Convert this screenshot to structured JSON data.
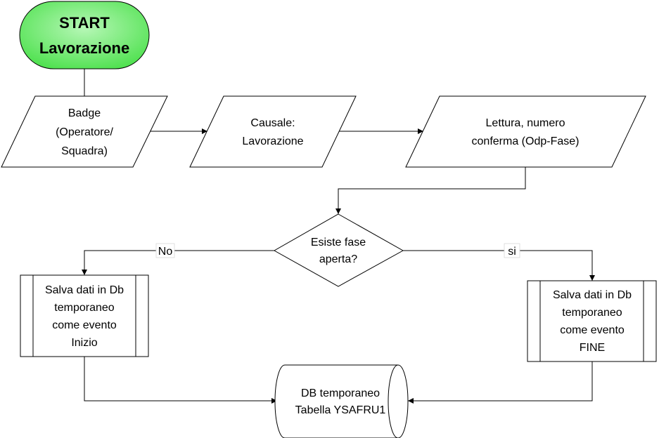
{
  "colors": {
    "start_fill": "#4fe14f",
    "start_fill_light": "#b6f7b6",
    "shape_fill": "#ffffff",
    "stroke": "#000000"
  },
  "nodes": {
    "start": {
      "line1": "START",
      "line2": "Lavorazione"
    },
    "badge": {
      "line1": "Badge",
      "line2": "(Operatore/",
      "line3": "Squadra)"
    },
    "causale": {
      "line1": "Causale:",
      "line2": "Lavorazione"
    },
    "lettura": {
      "line1": "Lettura, numero",
      "line2": "conferma (Odp-Fase)"
    },
    "decision": {
      "line1": "Esiste fase",
      "line2": "aperta?"
    },
    "salva_inizio": {
      "line1": "Salva dati in Db",
      "line2": "temporaneo",
      "line3": "come evento",
      "line4": "Inizio"
    },
    "salva_fine": {
      "line1": "Salva dati in Db",
      "line2": "temporaneo",
      "line3": "come evento",
      "line4": "FINE"
    },
    "db": {
      "line1": "DB temporaneo",
      "line2": "Tabella YSAFRU1"
    }
  },
  "edges": {
    "no_label": "No",
    "si_label": "si"
  }
}
